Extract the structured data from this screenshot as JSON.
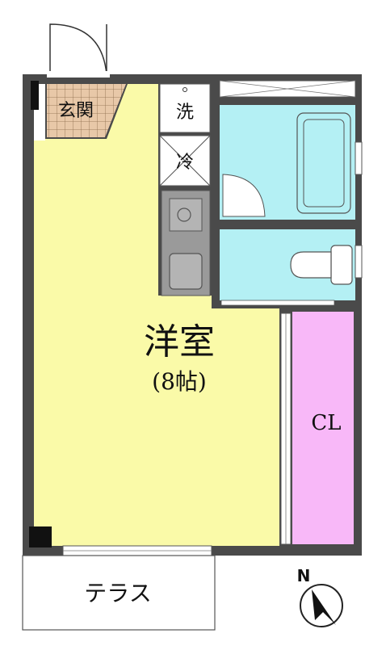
{
  "rooms": {
    "entrance": "玄関",
    "laundry": "洗",
    "fridge": "冷",
    "western_room": "洋室",
    "western_room_size": "(8帖)",
    "closet": "CL",
    "terrace": "テラス"
  },
  "compass": {
    "north_label": "N"
  },
  "colors": {
    "room_floor": "#fafaa8",
    "bath_floor": "#b4f0f4",
    "closet_floor": "#f8b8f8",
    "wall": "#4a4a4a",
    "kitchen": "#9a9a9a",
    "entrance_tile": "#e8c8a8"
  }
}
